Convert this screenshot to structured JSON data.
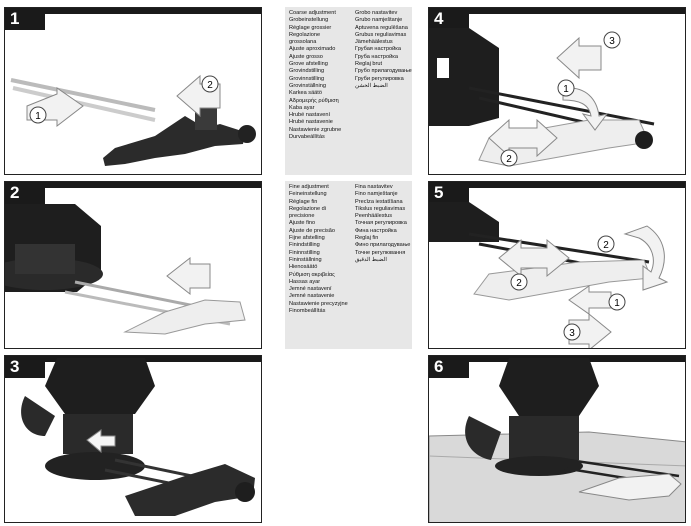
{
  "panels": [
    {
      "number": "1"
    },
    {
      "number": "2"
    },
    {
      "number": "3"
    },
    {
      "number": "4"
    },
    {
      "number": "5"
    },
    {
      "number": "6"
    }
  ],
  "callouts": {
    "p1": [
      "1",
      "2"
    ],
    "p4": [
      "1",
      "2",
      "3"
    ],
    "p5": [
      "1",
      "2",
      "3"
    ]
  },
  "coarse_text": {
    "left": [
      "Coarse adjustment",
      "Grobeinstellung",
      "Réglage grossier",
      "Regolazione grossolana",
      "Ajuste aproximado",
      "Ajuste grosso",
      "Grove afstelling",
      "Grovindstilling",
      "Grovinnstilling",
      "Grovinställning",
      "Karkea säätö",
      "Αδρομερής ρύθμιση",
      "Kaba ayar",
      "Hrubé nastavení",
      "Hrubé nastavenie",
      "Nastawienie zgrubne",
      "Durvabeállítás"
    ],
    "right": [
      "Grobo nastavitev",
      "Grubo namještanje",
      "Aptuvena regulēšana",
      "Grubus reguliavimas",
      "Jämehäälestus",
      "Грубая настройка",
      "Груба настройка",
      "Reglaj brut",
      "Грубо прилагодување",
      "Груби регулировка",
      "الضبط الخشن"
    ]
  },
  "fine_text": {
    "left": [
      "Fine adjustment",
      "Feineinstellung",
      "Réglage fin",
      "Regolazione di precisione",
      "Ajuste fino",
      "Ajuste de precisão",
      "Fijne afstelling",
      "Finindstilling",
      "Fininnstilling",
      "Fininställning",
      "Hienosäätö",
      "Ρύθμιση ακριβείας",
      "Hassas ayar",
      "Jemné nastavení",
      "Jemné nastavenie",
      "Nastawienie precyzyjne",
      "Finombeállítás"
    ],
    "right": [
      "Fina nastavitev",
      "Fino namještanje",
      "Precīza iestatīšana",
      "Tikslus reguliavimas",
      "Peenhäälestus",
      "Точная регулировка",
      "Фина настройка",
      "Reglaj fin",
      "Фино прилагодување",
      "Точне регулювання",
      "الضبط الدقيق"
    ]
  }
}
